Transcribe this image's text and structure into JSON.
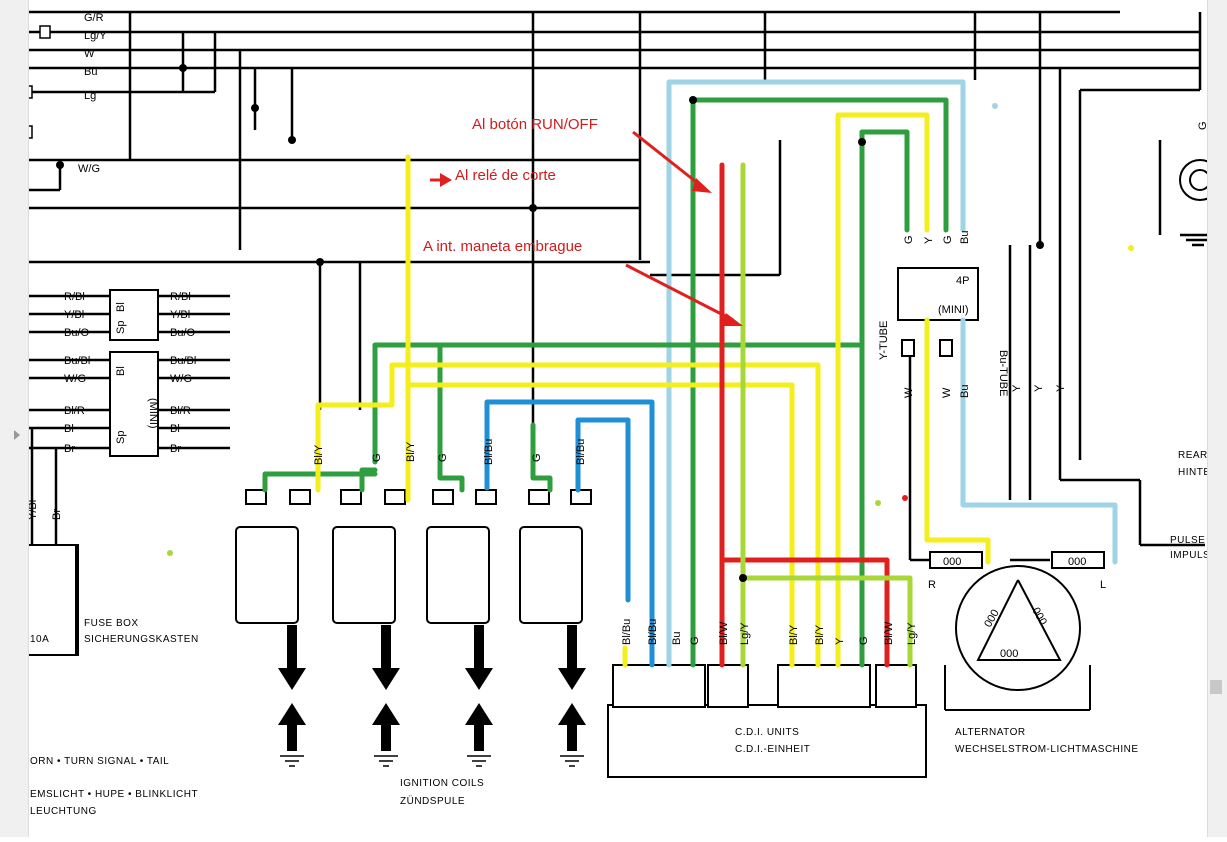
{
  "annotations": {
    "run_off": "Al botón RUN/OFF",
    "cut_relay": "Al relé de corte",
    "clutch_switch": "A int. maneta embrague"
  },
  "left_wires": {
    "top": [
      "G/R",
      "Lg/Y",
      "W",
      "Bu",
      "Lg",
      "W/G"
    ],
    "relay_in": [
      "R/Bl",
      "Y/Bl",
      "Bu/O",
      "Bu/Bl",
      "W/G",
      "Bl/R",
      "Bl",
      "Br"
    ],
    "relay_out": [
      "R/Bl",
      "Y/Bl",
      "Bu/O",
      "Bu/Bl",
      "W/G",
      "Bl/R",
      "Bl",
      "Br"
    ],
    "fuse_side": [
      "Y/Bl",
      "Br"
    ]
  },
  "coil_wires": [
    "Bl/Y",
    "G",
    "Bl/Y",
    "G",
    "Bl/Bu",
    "G",
    "Bl/Bu"
  ],
  "cdi_wires": [
    "Bl/Bu",
    "Bl/Bu",
    "Bu",
    "G",
    "Bl/W",
    "Lg/Y",
    "Bl/Y",
    "Bl/Y",
    "Y",
    "G",
    "Bl/W",
    "Lg/Y"
  ],
  "connector_4p": {
    "top_wires": [
      "G",
      "Y",
      "G",
      "Bu"
    ],
    "label": "4P",
    "sub": "(MINI)",
    "y_tube": "Y-TUBE",
    "bu_tube": "Bu-TUBE",
    "bottom_wires": [
      "W",
      "W",
      "Bu"
    ]
  },
  "alt_wires": [
    "Y",
    "Y",
    "Y"
  ],
  "right_top_wire": "G",
  "labels": {
    "fuse_box_1": "FUSE BOX",
    "fuse_box_2": "SICHERUNGSKASTEN",
    "fuse_10a": "10A",
    "ignition_1": "IGNITION COILS",
    "ignition_2": "ZÜNDSPULE",
    "cdi_1": "C.D.I. UNITS",
    "cdi_2": "C.D.I.-EINHEIT",
    "alt_1": "ALTERNATOR",
    "alt_2": "WECHSELSTROM-LICHTMASCHINE",
    "horn": "ORN • TURN SIGNAL • TAIL",
    "horn_de_1": "EMSLICHT • HUPE • BLINKLICHT",
    "horn_de_2": "LEUCHTUNG",
    "rear_1": "REAR",
    "rear_2": "HINTE",
    "pulse_1": "PULSE",
    "pulse_2": "IMPULS",
    "r": "R",
    "l": "L",
    "relay_bl": "Bl",
    "relay_sp": "Sp",
    "relay_mini": "(MINI)",
    "coil_count": "000"
  },
  "colors": {
    "red": "#e0201f",
    "green": "#2e9e3e",
    "lightgreen": "#a7d838",
    "yellow": "#f4ee1c",
    "blue": "#1f8fd6",
    "lightblue": "#9fd3e6"
  }
}
